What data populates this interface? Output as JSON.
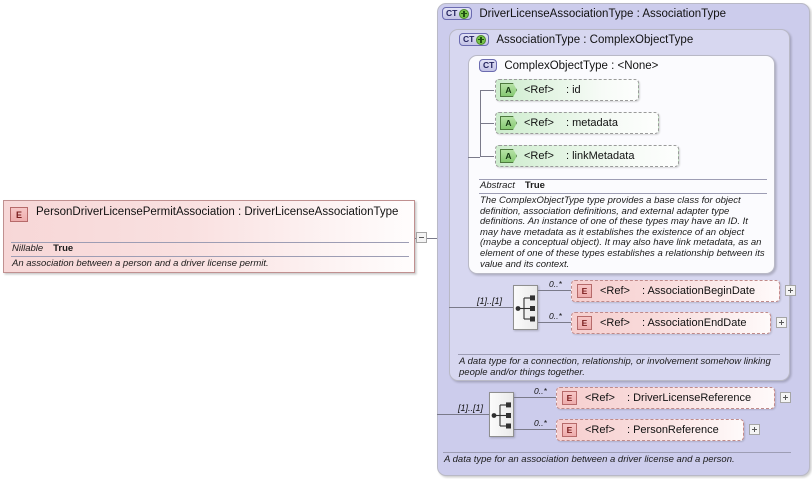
{
  "diagram": {
    "kind": "xsd-schema-diagram",
    "root_element": {
      "icon": "element-icon",
      "icon_label": "E",
      "title": "PersonDriverLicensePermitAssociation : DriverLicenseAssociationType",
      "properties": [
        {
          "key": "Nillable",
          "value": "True"
        }
      ],
      "documentation": "An association between a person and a driver license permit."
    },
    "connector": {
      "collapse_icon": "minus-icon"
    },
    "types": [
      {
        "id": "driver-license-association-type",
        "icon": "complextype-expand-icon",
        "icon_label": "CT",
        "has_plus": true,
        "title": "DriverLicenseAssociationType : AssociationType",
        "documentation": "A data type for an association between a driver license and a person.",
        "compositor": {
          "icon": "sequence-icon",
          "cardinality": "[1]..[1]",
          "children": [
            {
              "icon_label": "E",
              "occurs": "0..*",
              "ref": "<Ref>",
              "name": ": DriverLicenseReference",
              "expandable": true
            },
            {
              "icon_label": "E",
              "occurs": "0..*",
              "ref": "<Ref>",
              "name": ": PersonReference",
              "expandable": true
            }
          ]
        }
      },
      {
        "id": "association-type",
        "icon": "complextype-expand-icon",
        "icon_label": "CT",
        "has_plus": true,
        "title": "AssociationType : ComplexObjectType",
        "documentation": "A data type for a connection, relationship, or involvement somehow linking people and/or things together.",
        "compositor": {
          "icon": "sequence-icon",
          "cardinality": "[1]..[1]",
          "children": [
            {
              "icon_label": "E",
              "occurs": "0..*",
              "ref": "<Ref>",
              "name": ": AssociationBeginDate",
              "expandable": true
            },
            {
              "icon_label": "E",
              "occurs": "0..*",
              "ref": "<Ref>",
              "name": ": AssociationEndDate",
              "expandable": true
            }
          ]
        }
      },
      {
        "id": "complex-object-type",
        "icon": "complextype-icon",
        "icon_label": "CT",
        "has_plus": false,
        "title": "ComplexObjectType : <None>",
        "properties": [
          {
            "key": "Abstract",
            "value": "True"
          }
        ],
        "documentation": "The ComplexObjectType type provides a base class for object definition, association definitions, and external adapter type definitions. An instance of one of these types may have an ID. It may have metadata as it establishes the existence of an object (maybe a conceptual object). It may also have link metadata, as an element of one of these types establishes a relationship between its value and its context.",
        "attributes": [
          {
            "icon_label": "A",
            "ref": "<Ref>",
            "name": ": id"
          },
          {
            "icon_label": "A",
            "ref": "<Ref>",
            "name": ": metadata"
          },
          {
            "icon_label": "A",
            "ref": "<Ref>",
            "name": ": linkMetadata"
          }
        ]
      }
    ]
  },
  "colors": {
    "level1_panel": "#ccccec",
    "level2_panel": "#d7d7f0",
    "level3_panel": "#fbfbfe",
    "element_fill": "#f7d7d7",
    "attribute_fill": "#cdeccd",
    "page_background": "#ffffff"
  }
}
